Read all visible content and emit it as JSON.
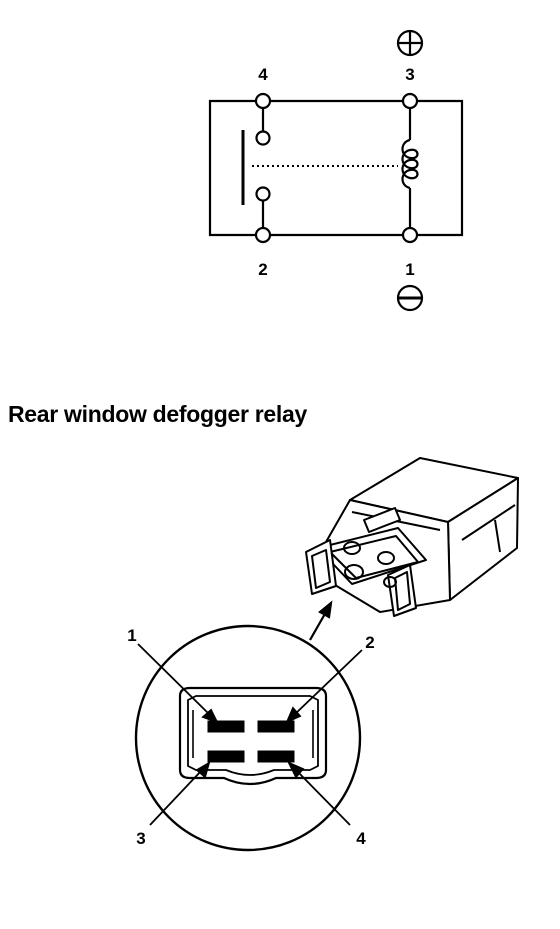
{
  "schematic": {
    "terminals": {
      "t1": "1",
      "t2": "2",
      "t3": "3",
      "t4": "4"
    },
    "positive_symbol": "+",
    "negative_symbol": "−",
    "positive_icon": "circled-plus-icon",
    "negative_icon": "circled-minus-icon"
  },
  "section": {
    "title": "Rear window defogger relay"
  },
  "connector": {
    "labels": {
      "l1": "1",
      "l2": "2",
      "l3": "3",
      "l4": "4"
    }
  }
}
